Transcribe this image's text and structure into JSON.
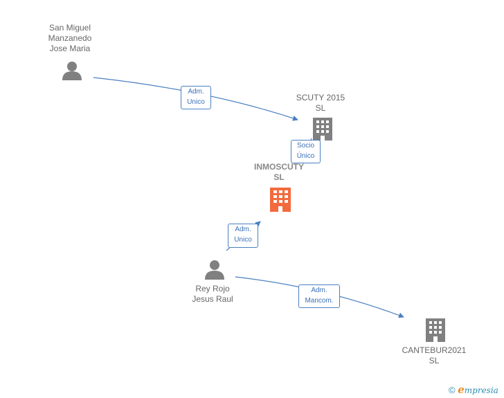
{
  "nodes": {
    "person_san_miguel": {
      "label": "San Miguel\nManzanedo\nJose Maria",
      "icon": "person-icon"
    },
    "company_scuty_2015": {
      "label": "SCUTY 2015\nSL",
      "icon": "building-icon"
    },
    "company_inmoscuty": {
      "label": "INMOSCUTY\nSL",
      "icon": "building-icon",
      "highlight_color": "#f26a3d"
    },
    "person_rey_rojo": {
      "label": "Rey Rojo\nJesus Raul",
      "icon": "person-icon"
    },
    "company_cantebur": {
      "label": "CANTEBUR2021\nSL",
      "icon": "building-icon"
    }
  },
  "edges": {
    "e1": {
      "label": "Adm.\nUnico",
      "from": "person_san_miguel",
      "to": "company_scuty_2015"
    },
    "e2": {
      "label": "Socio\nÚnico",
      "from": "company_scuty_2015",
      "to": "company_inmoscuty"
    },
    "e3": {
      "label": "Adm.\nUnico",
      "from": "person_rey_rojo",
      "to": "company_inmoscuty"
    },
    "e4": {
      "label": "Adm.\nMancom.",
      "from": "person_rey_rojo",
      "to": "company_cantebur"
    }
  },
  "colors": {
    "edge": "#4a7fc1",
    "node_icon": "#808080",
    "main_icon": "#f26a3d"
  },
  "footer": {
    "copyright_symbol": "©",
    "brand_initial": "e",
    "brand_rest": "mpresia"
  }
}
